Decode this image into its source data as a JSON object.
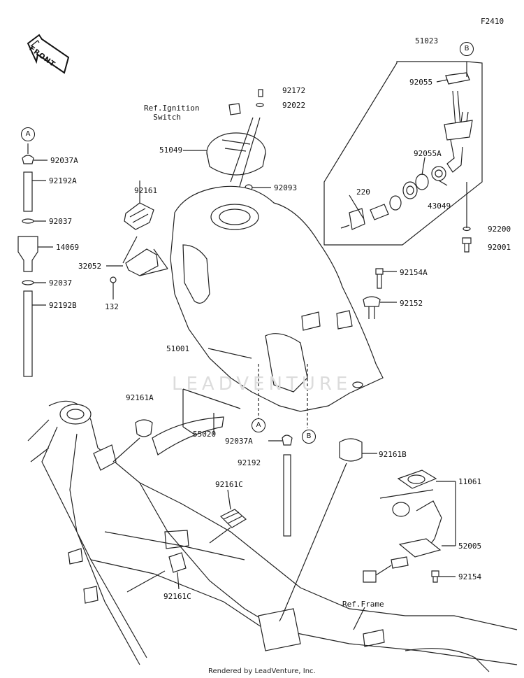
{
  "figure_code": "F2410",
  "front_label": "FRONT",
  "watermark": "LEADVENTURE",
  "credit": "Rendered by LeadVenture, Inc.",
  "callouts": [
    "A",
    "B"
  ],
  "labels": {
    "p51023": "51023",
    "p92055": "92055",
    "p92055A": "92055A",
    "p220": "220",
    "p43049": "43049",
    "p92200": "92200",
    "p92001": "92001",
    "p92172": "92172",
    "p92022": "92022",
    "ref_ignition": "Ref.Ignition\n  Switch",
    "p51049": "51049",
    "p92093": "92093",
    "p92037A_top": "92037A",
    "p92192A": "92192A",
    "p92037_1": "92037",
    "p14069": "14069",
    "p92037_2": "92037",
    "p92192B": "92192B",
    "p92161": "92161",
    "p32052": "32052",
    "p132": "132",
    "p92154A": "92154A",
    "p92152": "92152",
    "p51001": "51001",
    "p92161A": "92161A",
    "p55020": "55020",
    "p92037A_bot": "92037A",
    "p92192": "92192",
    "p92161B": "92161B",
    "p11061": "11061",
    "p92161C_1": "92161C",
    "p52005": "52005",
    "p92154": "92154",
    "p92161C_2": "92161C",
    "ref_frame": "Ref.Frame"
  }
}
